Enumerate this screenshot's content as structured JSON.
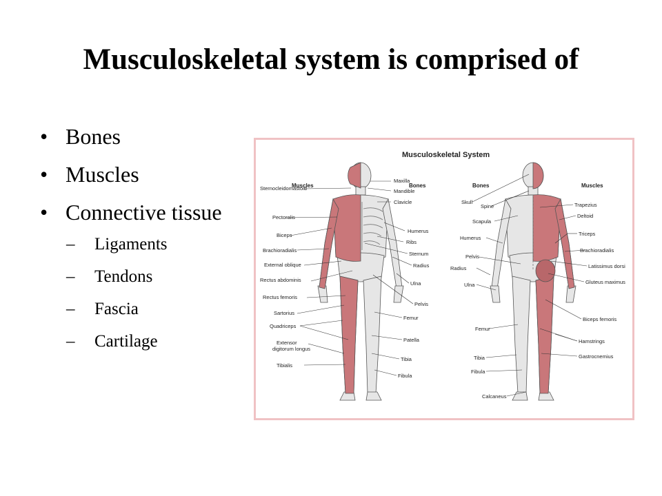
{
  "slide": {
    "title": "Musculoskeletal system is comprised of",
    "bullets": [
      "Bones",
      "Muscles",
      "Connective tissue"
    ],
    "sub_bullets": [
      "Ligaments",
      "Tendons",
      "Fascia",
      "Cartilage"
    ],
    "bullet_glyph": "•",
    "dash_glyph": "–"
  },
  "figure": {
    "title": "Musculoskeletal System",
    "front": {
      "muscles_heading": "Muscles",
      "bones_heading": "Bones",
      "muscle_labels": [
        "Sternocleidomastoid",
        "Pectoralis",
        "Biceps",
        "Brachioradialis",
        "External oblique",
        "Rectus abdominis",
        "Rectus femoris",
        "Sartorius",
        "Quadriceps",
        "Extensor",
        "digitorum longus",
        "Tibialis"
      ],
      "bone_labels": [
        "Maxilla",
        "Mandible",
        "Clavicle",
        "Humerus",
        "Ribs",
        "Sternum",
        "Radius",
        "Ulna",
        "Pelvis",
        "Femur",
        "Patella",
        "Tibia",
        "Fibula"
      ]
    },
    "back": {
      "bones_heading": "Bones",
      "muscles_heading": "Muscles",
      "bone_labels": [
        "Skull",
        "Spine",
        "Scapula",
        "Humerus",
        "Pelvis",
        "Radius",
        "Ulna",
        "Femur",
        "Tibia",
        "Fibula",
        "Calcaneus"
      ],
      "muscle_labels": [
        "Trapezius",
        "Deltoid",
        "Triceps",
        "Brachioradialis",
        "Latissimus dorsi",
        "Gluteus maximus",
        "Biceps femoris",
        "Hamstrings",
        "Gastrocnemius"
      ]
    },
    "colors": {
      "border": "#f0c2c4",
      "muscle": "#c9777a",
      "bone": "#e6e6e6"
    }
  }
}
